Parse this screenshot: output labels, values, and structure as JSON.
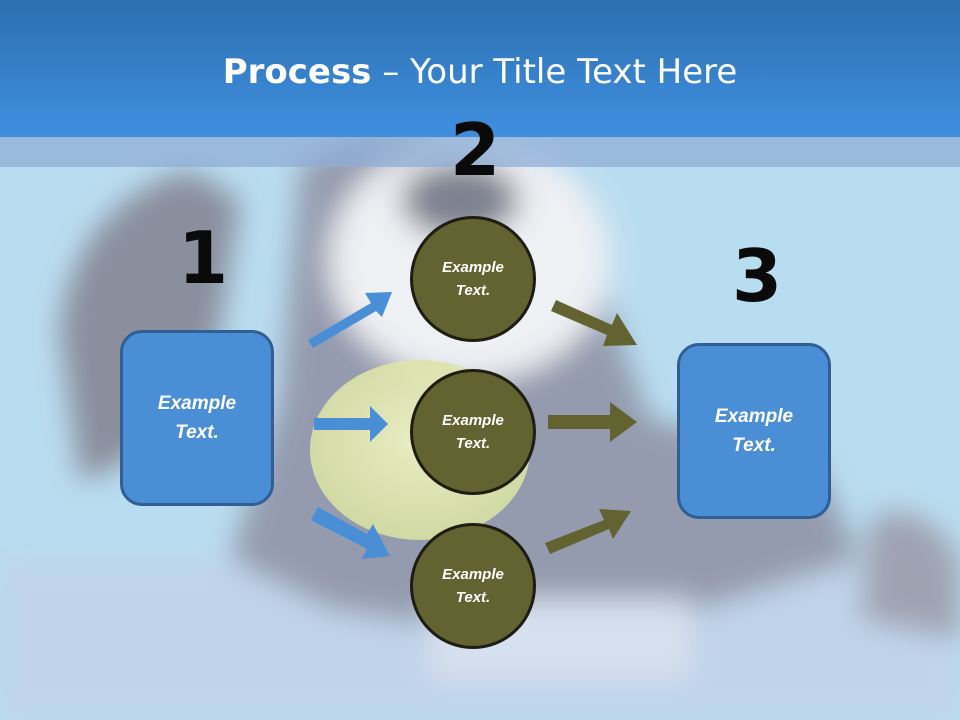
{
  "slide": {
    "title_bold": "Process",
    "title_rest": " – Your Title Text Here",
    "numbers": [
      "1",
      "2",
      "3"
    ],
    "left_box": "Example\nText.",
    "right_box": "Example\nText.",
    "circles": [
      "Example\nText.",
      "Example\nText.",
      "Example\nText."
    ],
    "background": "photo of a dog holding a tennis ball by a swimming pool"
  },
  "colors": {
    "header": "#3a86d2",
    "box_fill": "#4a8fd6",
    "circle_fill": "#636231",
    "blue_arrow": "#4a8fd6",
    "olive_arrow": "#636231"
  }
}
